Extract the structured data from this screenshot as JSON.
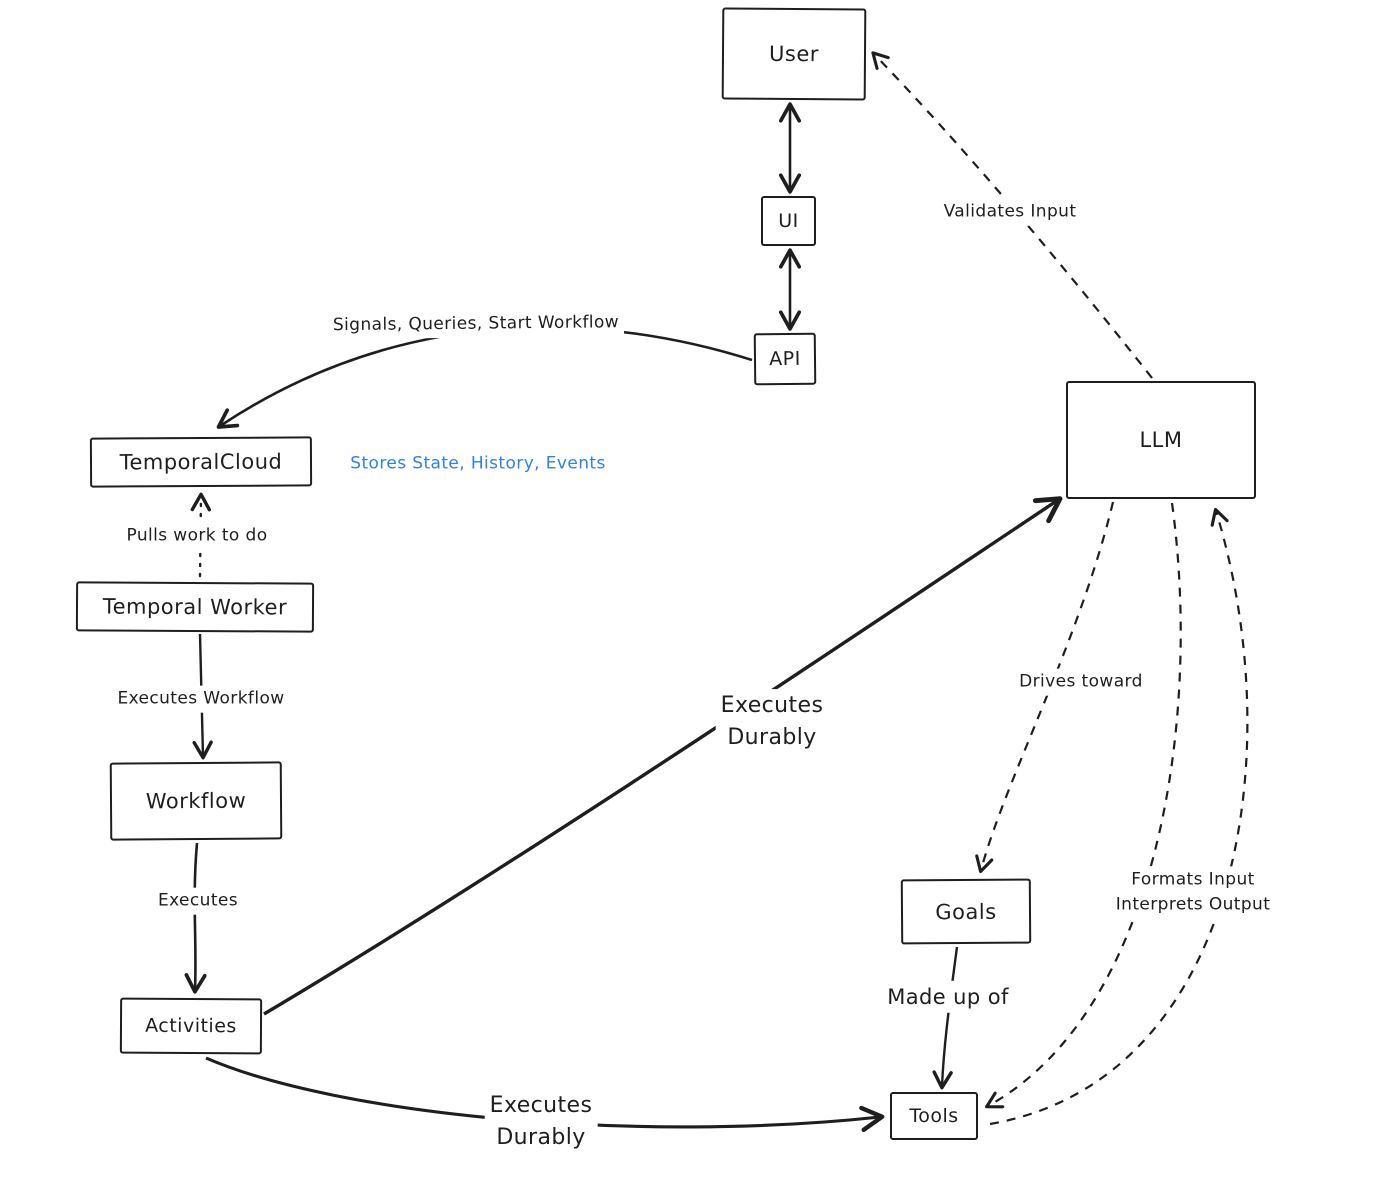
{
  "canvas": {
    "background": "#ffffff",
    "stroke_color": "#1e1e1e",
    "accent_color": "#2f80ed"
  },
  "nodes": {
    "user": "User",
    "ui": "UI",
    "api": "API",
    "llm": "LLM",
    "temporal_cloud": "TemporalCloud",
    "temporal_worker": "Temporal Worker",
    "workflow": "Workflow",
    "activities": "Activities",
    "goals": "Goals",
    "tools": "Tools"
  },
  "edge_labels": {
    "validates_input": "Validates Input",
    "signals_queries_start_workflow": "Signals, Queries, Start Workflow",
    "stores_state_history_events": "Stores State, History, Events",
    "pulls_work_to_do": "Pulls work to do",
    "executes_workflow": "Executes Workflow",
    "executes": "Executes",
    "executes_durably_line1": "Executes",
    "executes_durably_line2": "Durably",
    "drives_toward": "Drives toward",
    "made_up_of": "Made up of",
    "formats_input": "Formats Input",
    "interprets_output": "Interprets Output"
  }
}
